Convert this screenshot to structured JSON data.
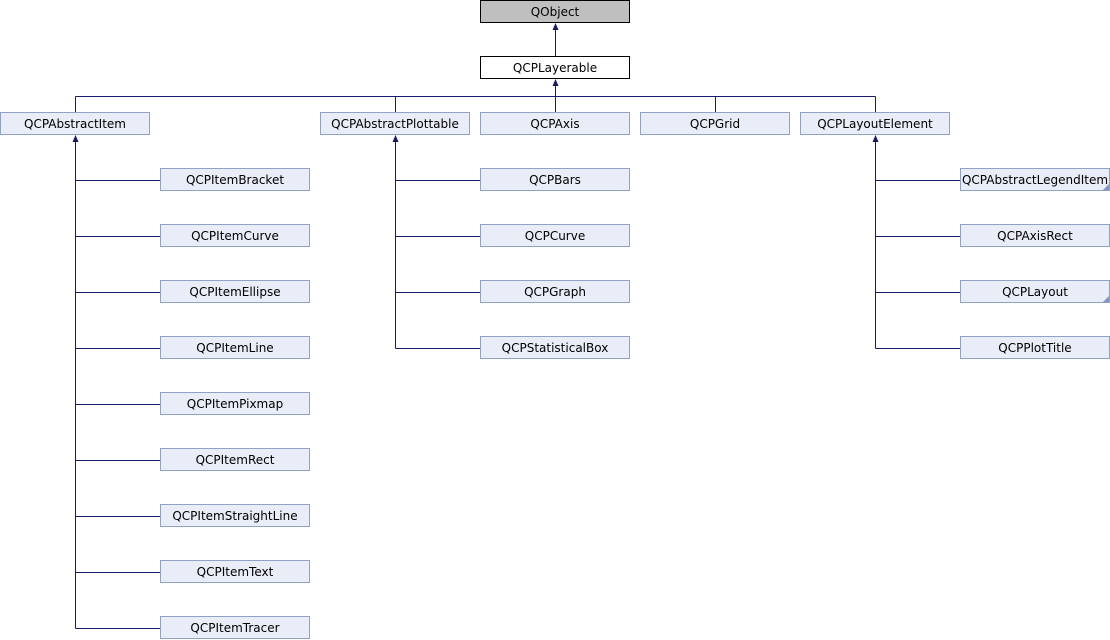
{
  "diagram": {
    "nodes": {
      "qobject": "QObject",
      "qcplayerable": "QCPLayerable",
      "qcpabstractitem": "QCPAbstractItem",
      "qcpabstractplottable": "QCPAbstractPlottable",
      "qcpaxis": "QCPAxis",
      "qcpgrid": "QCPGrid",
      "qcplayoutelement": "QCPLayoutElement",
      "qcpitembracket": "QCPItemBracket",
      "qcpitemcurve": "QCPItemCurve",
      "qcpitemellipse": "QCPItemEllipse",
      "qcpitemline": "QCPItemLine",
      "qcpitempixmap": "QCPItemPixmap",
      "qcpitemrect": "QCPItemRect",
      "qcpitemstraightline": "QCPItemStraightLine",
      "qcpitemtext": "QCPItemText",
      "qcpitemtracer": "QCPItemTracer",
      "qcpbars": "QCPBars",
      "qcpcurve": "QCPCurve",
      "qcpgraph": "QCPGraph",
      "qcpstatisticalbox": "QCPStatisticalBox",
      "qcpabstractlegenditem": "QCPAbstractLegendItem",
      "qcpaxisrect": "QCPAxisRect",
      "qcplayout": "QCPLayout",
      "qcpplottitle": "QCPPlotTitle"
    },
    "inheritance": [
      [
        "qcplayerable",
        "qobject"
      ],
      [
        "qcpabstractitem",
        "qcplayerable"
      ],
      [
        "qcpabstractplottable",
        "qcplayerable"
      ],
      [
        "qcpaxis",
        "qcplayerable"
      ],
      [
        "qcpgrid",
        "qcplayerable"
      ],
      [
        "qcplayoutelement",
        "qcplayerable"
      ],
      [
        "qcpitembracket",
        "qcpabstractitem"
      ],
      [
        "qcpitemcurve",
        "qcpabstractitem"
      ],
      [
        "qcpitemellipse",
        "qcpabstractitem"
      ],
      [
        "qcpitemline",
        "qcpabstractitem"
      ],
      [
        "qcpitempixmap",
        "qcpabstractitem"
      ],
      [
        "qcpitemrect",
        "qcpabstractitem"
      ],
      [
        "qcpitemstraightline",
        "qcpabstractitem"
      ],
      [
        "qcpitemtext",
        "qcpabstractitem"
      ],
      [
        "qcpitemtracer",
        "qcpabstractitem"
      ],
      [
        "qcpbars",
        "qcpabstractplottable"
      ],
      [
        "qcpcurve",
        "qcpabstractplottable"
      ],
      [
        "qcpgraph",
        "qcpabstractplottable"
      ],
      [
        "qcpstatisticalbox",
        "qcpabstractplottable"
      ],
      [
        "qcpabstractlegenditem",
        "qcplayoutelement"
      ],
      [
        "qcpaxisrect",
        "qcplayoutelement"
      ],
      [
        "qcplayout",
        "qcplayoutelement"
      ],
      [
        "qcpplottitle",
        "qcplayoutelement"
      ]
    ],
    "truncated_subclasses": [
      "qcpabstractlegenditem",
      "qcplayout"
    ]
  }
}
